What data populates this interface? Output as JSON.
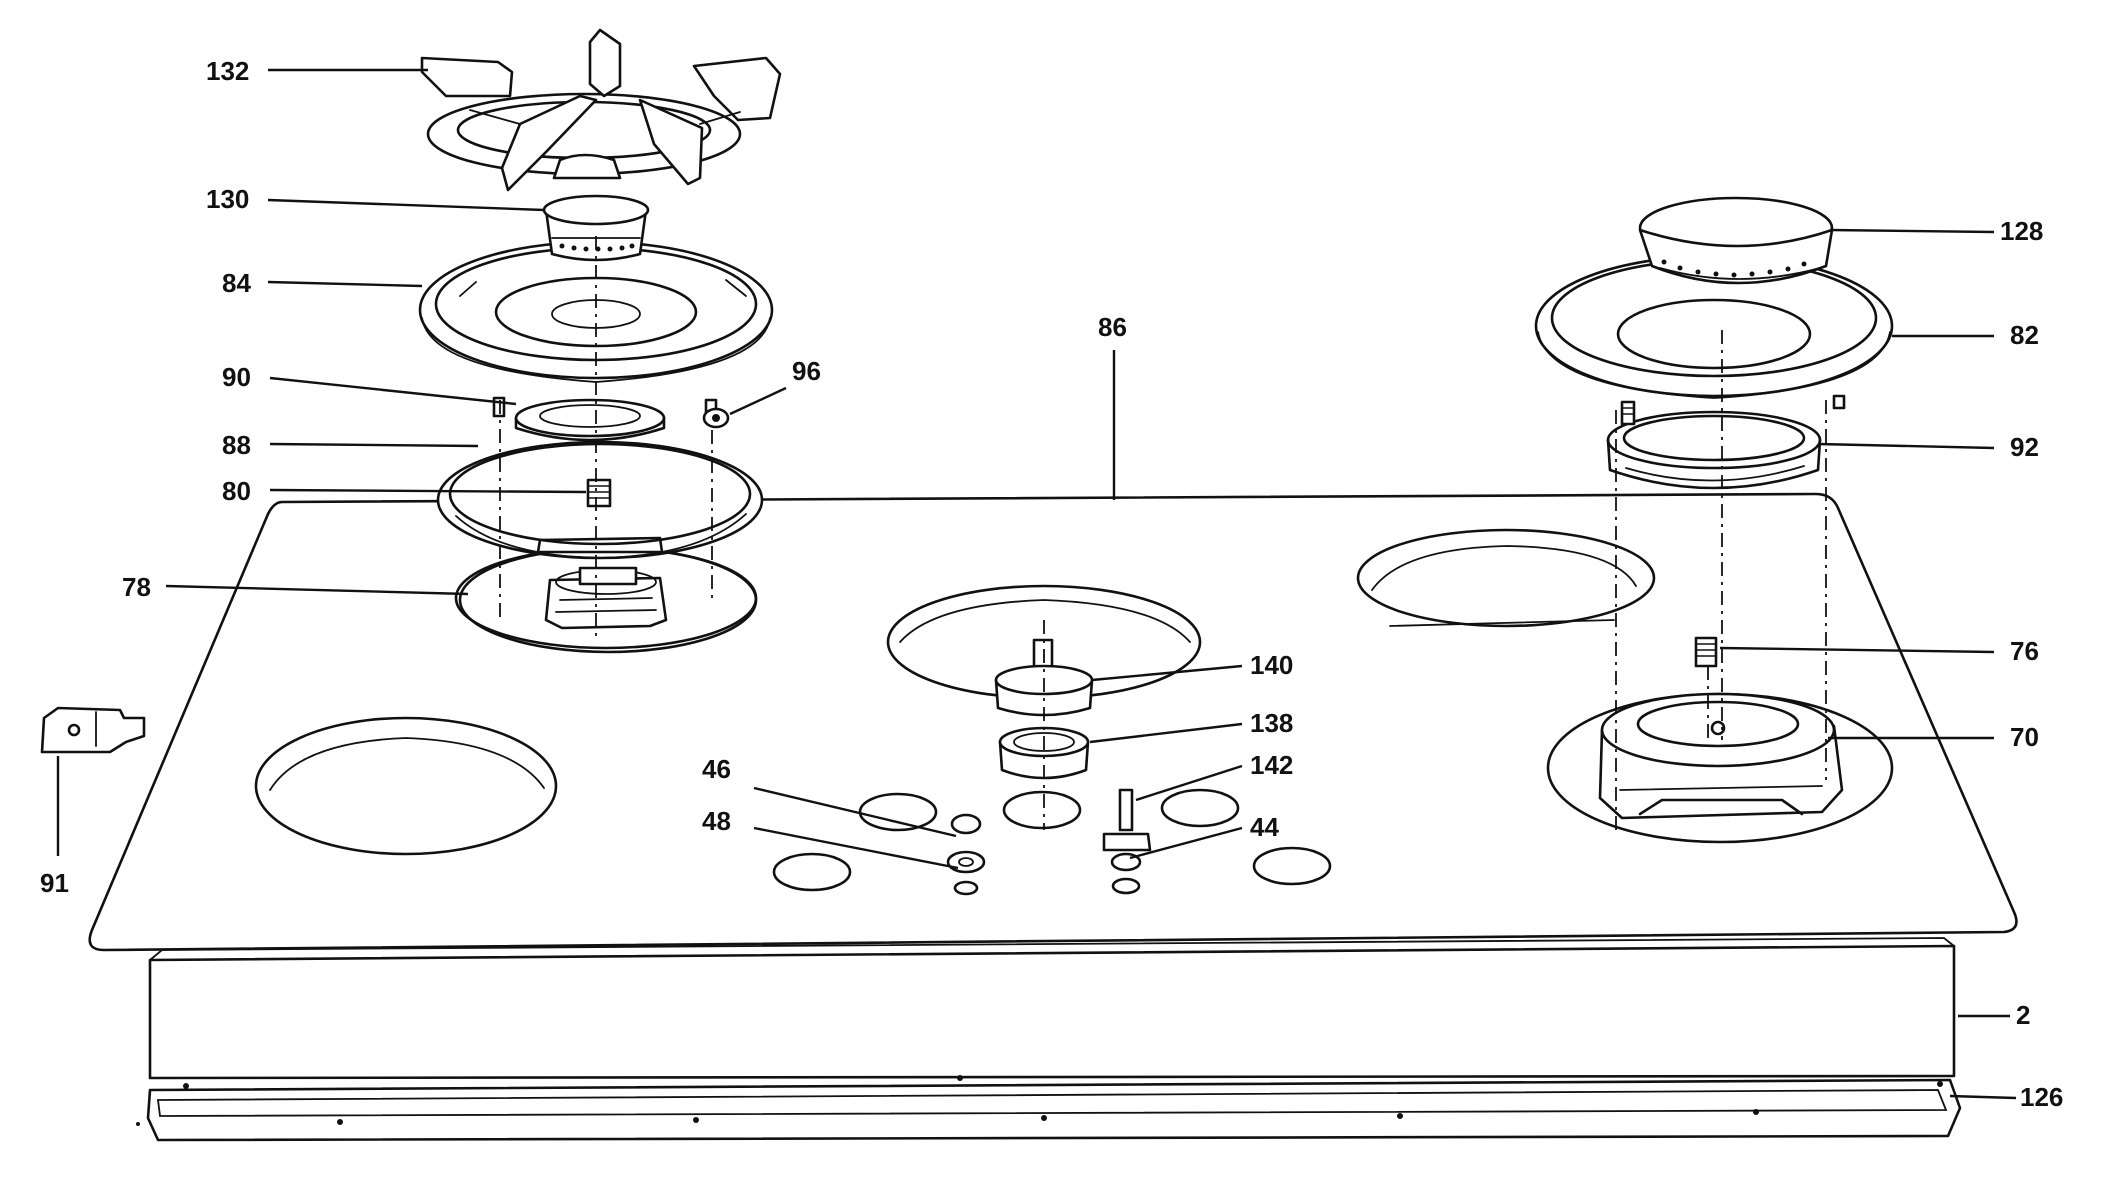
{
  "callouts": {
    "c132": "132",
    "c130": "130",
    "c84": "84",
    "c90": "90",
    "c96": "96",
    "c88": "88",
    "c80": "80",
    "c78": "78",
    "c86": "86",
    "c128": "128",
    "c82": "82",
    "c92": "92",
    "c76": "76",
    "c70": "70",
    "c140": "140",
    "c138": "138",
    "c142": "142",
    "c46": "46",
    "c48": "48",
    "c44": "44",
    "c91": "91",
    "c2": "2",
    "c126": "126"
  }
}
